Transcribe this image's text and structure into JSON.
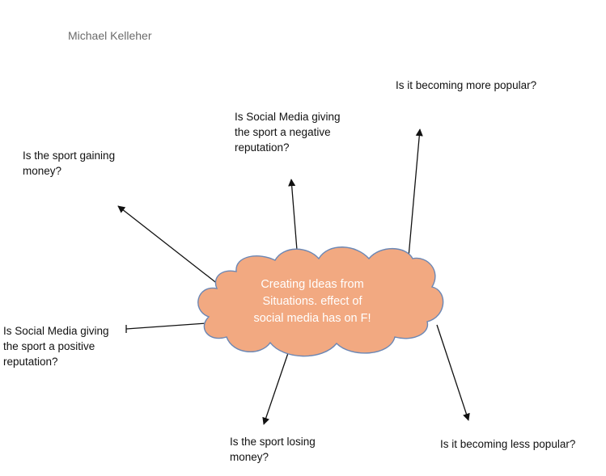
{
  "author": "Michael Kelleher",
  "center": {
    "lines": [
      "Creating Ideas from",
      "Situations. effect of",
      "social media has on F!"
    ]
  },
  "questions": {
    "gaining": [
      "Is the sport gaining",
      "money?"
    ],
    "negative": [
      "Is Social Media giving",
      "the sport a negative",
      "reputation?"
    ],
    "more": [
      "Is it becoming more popular?"
    ],
    "positive": [
      "Is Social Media giving",
      "the sport a positive",
      "reputation?"
    ],
    "losing": [
      "Is the sport losing",
      "money?"
    ],
    "less": [
      "Is it becoming less popular?"
    ]
  },
  "colors": {
    "cloud_fill": "#f2a981",
    "cloud_stroke": "#6b87b5",
    "arrow": "#111111",
    "center_text": "#ffffff",
    "author_text": "#6b6b6b"
  }
}
